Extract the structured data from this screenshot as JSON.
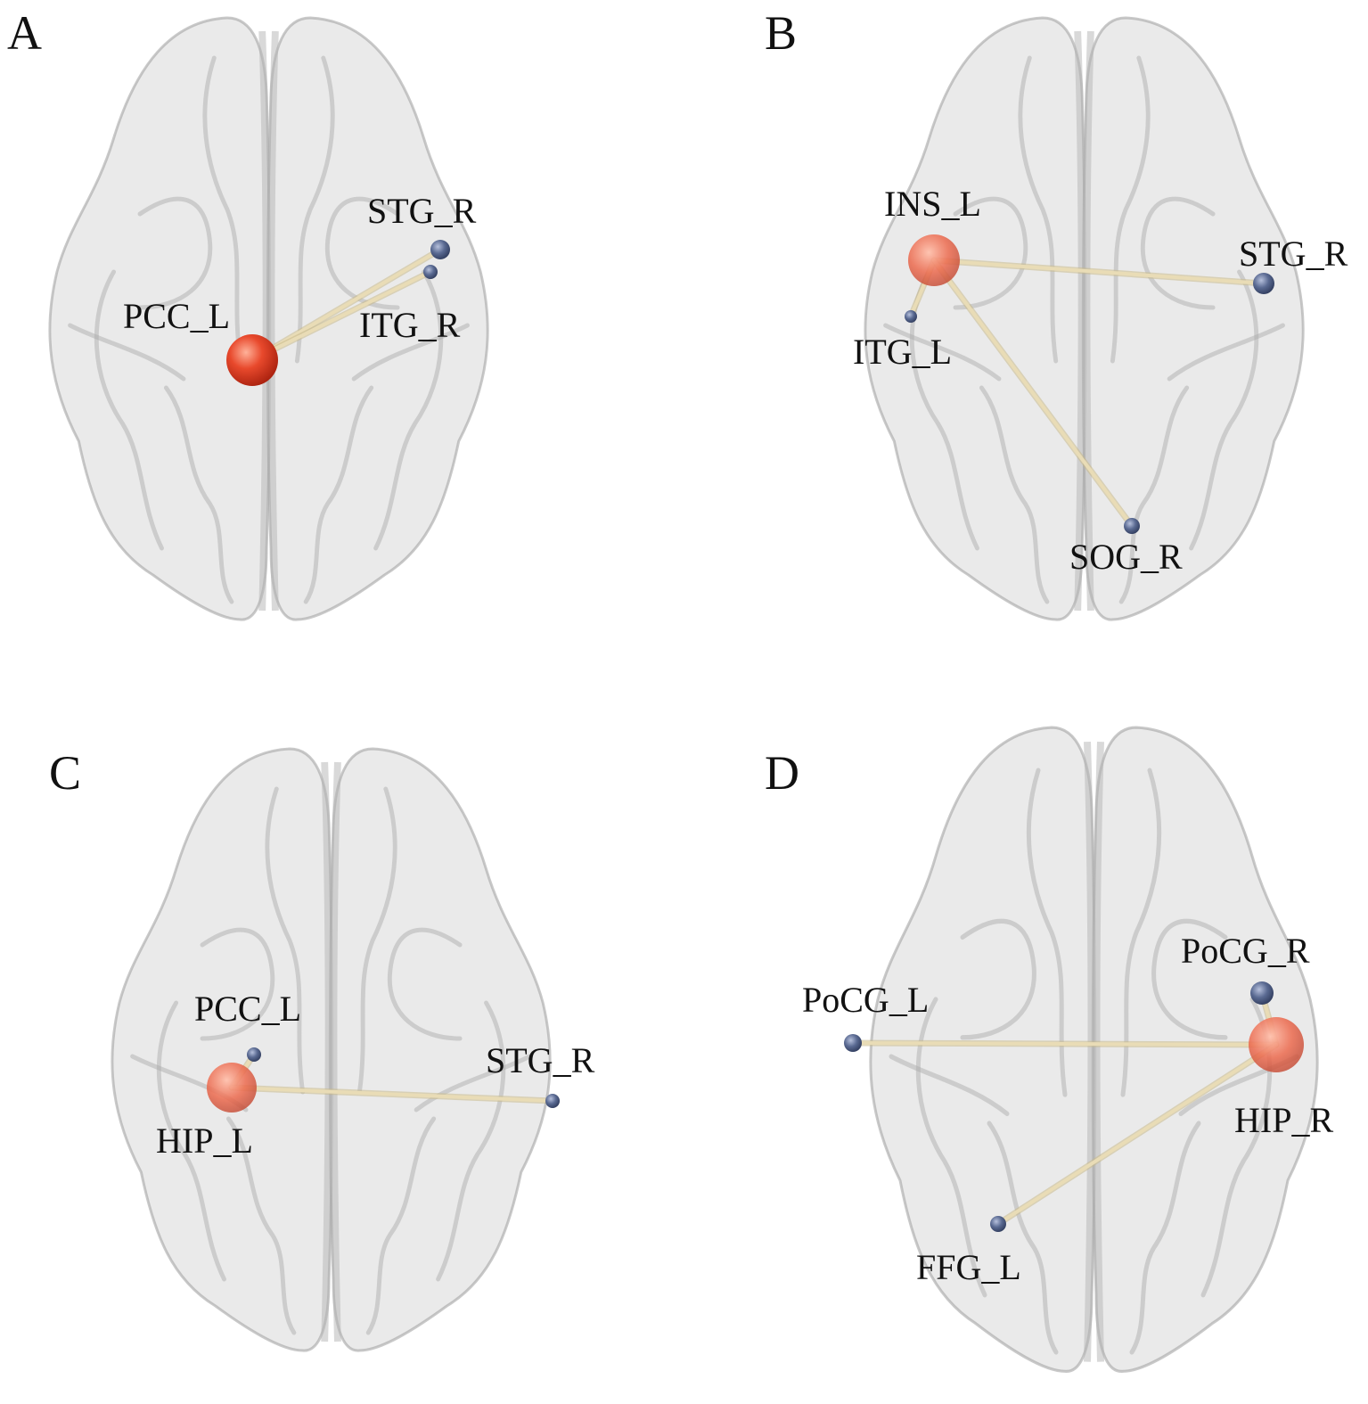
{
  "colors": {
    "hub": "#e0452a",
    "hub_highlight": "#ff9a80",
    "node": "#4f5f86",
    "node_highlight": "#aab4d0",
    "edge": "#e9dcb6",
    "edge_outline": "#c9b98a"
  },
  "panels": [
    {
      "letter": "A",
      "hub": "PCC_L",
      "nodes": [
        {
          "id": "PCC_L",
          "label": "PCC_L",
          "role": "hub"
        },
        {
          "id": "STG_R",
          "label": "STG_R",
          "role": "node"
        },
        {
          "id": "ITG_R",
          "label": "ITG_R",
          "role": "node"
        }
      ],
      "edges": [
        {
          "from": "PCC_L",
          "to": "STG_R"
        },
        {
          "from": "PCC_L",
          "to": "ITG_R"
        }
      ]
    },
    {
      "letter": "B",
      "hub": "INS_L",
      "nodes": [
        {
          "id": "INS_L",
          "label": "INS_L",
          "role": "hub"
        },
        {
          "id": "ITG_L",
          "label": "ITG_L",
          "role": "node"
        },
        {
          "id": "STG_R",
          "label": "STG_R",
          "role": "node"
        },
        {
          "id": "SOG_R",
          "label": "SOG_R",
          "role": "node"
        }
      ],
      "edges": [
        {
          "from": "INS_L",
          "to": "ITG_L"
        },
        {
          "from": "INS_L",
          "to": "STG_R"
        },
        {
          "from": "INS_L",
          "to": "SOG_R"
        }
      ]
    },
    {
      "letter": "C",
      "hub": "HIP_L",
      "nodes": [
        {
          "id": "HIP_L",
          "label": "HIP_L",
          "role": "hub"
        },
        {
          "id": "PCC_L",
          "label": "PCC_L",
          "role": "node"
        },
        {
          "id": "STG_R",
          "label": "STG_R",
          "role": "node"
        }
      ],
      "edges": [
        {
          "from": "HIP_L",
          "to": "PCC_L"
        },
        {
          "from": "HIP_L",
          "to": "STG_R"
        }
      ]
    },
    {
      "letter": "D",
      "hub": "HIP_R",
      "nodes": [
        {
          "id": "HIP_R",
          "label": "HIP_R",
          "role": "hub"
        },
        {
          "id": "PoCG_R",
          "label": "PoCG_R",
          "role": "node"
        },
        {
          "id": "PoCG_L",
          "label": "PoCG_L",
          "role": "node"
        },
        {
          "id": "FFG_L",
          "label": "FFG_L",
          "role": "node"
        }
      ],
      "edges": [
        {
          "from": "HIP_R",
          "to": "PoCG_R"
        },
        {
          "from": "HIP_R",
          "to": "PoCG_L"
        },
        {
          "from": "HIP_R",
          "to": "FFG_L"
        }
      ]
    }
  ]
}
